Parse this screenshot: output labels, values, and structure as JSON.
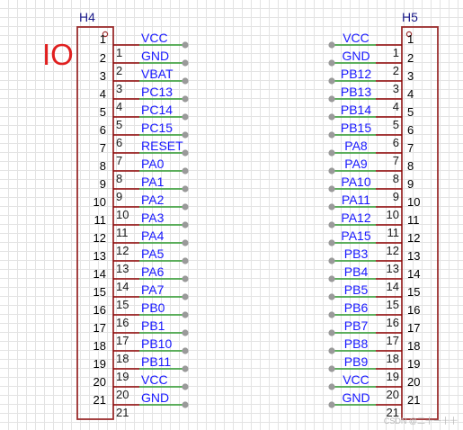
{
  "title_label": "IO",
  "colors": {
    "body": "#9b2d2d",
    "pin_line": "#2e9a2e",
    "net_text": "#1a1aff",
    "pin_num": "#8b0000",
    "pin_idx": "#000000",
    "title": "#e02020",
    "end": "#9a9a9a"
  },
  "h4": {
    "ref": "H4",
    "pins": [
      {
        "n": "1",
        "net": "VCC"
      },
      {
        "n": "2",
        "net": "GND"
      },
      {
        "n": "3",
        "net": "VBAT"
      },
      {
        "n": "4",
        "net": "PC13"
      },
      {
        "n": "5",
        "net": "PC14"
      },
      {
        "n": "6",
        "net": "PC15"
      },
      {
        "n": "7",
        "net": "RESET"
      },
      {
        "n": "8",
        "net": "PA0"
      },
      {
        "n": "9",
        "net": "PA1"
      },
      {
        "n": "10",
        "net": "PA2"
      },
      {
        "n": "11",
        "net": "PA3"
      },
      {
        "n": "12",
        "net": "PA4"
      },
      {
        "n": "13",
        "net": "PA5"
      },
      {
        "n": "14",
        "net": "PA6"
      },
      {
        "n": "15",
        "net": "PA7"
      },
      {
        "n": "16",
        "net": "PB0"
      },
      {
        "n": "17",
        "net": "PB1"
      },
      {
        "n": "18",
        "net": "PB10"
      },
      {
        "n": "19",
        "net": "PB11"
      },
      {
        "n": "20",
        "net": "VCC"
      },
      {
        "n": "21",
        "net": "GND"
      }
    ]
  },
  "h5": {
    "ref": "H5",
    "pins": [
      {
        "n": "1",
        "net": "VCC"
      },
      {
        "n": "2",
        "net": "GND"
      },
      {
        "n": "3",
        "net": "PB12"
      },
      {
        "n": "4",
        "net": "PB13"
      },
      {
        "n": "5",
        "net": "PB14"
      },
      {
        "n": "6",
        "net": "PB15"
      },
      {
        "n": "7",
        "net": "PA8"
      },
      {
        "n": "8",
        "net": "PA9"
      },
      {
        "n": "9",
        "net": "PA10"
      },
      {
        "n": "10",
        "net": "PA11"
      },
      {
        "n": "11",
        "net": "PA12"
      },
      {
        "n": "12",
        "net": "PA15"
      },
      {
        "n": "13",
        "net": "PB3"
      },
      {
        "n": "14",
        "net": "PB4"
      },
      {
        "n": "15",
        "net": "PB5"
      },
      {
        "n": "16",
        "net": "PB6"
      },
      {
        "n": "17",
        "net": "PB7"
      },
      {
        "n": "18",
        "net": "PB8"
      },
      {
        "n": "19",
        "net": "PB9"
      },
      {
        "n": "20",
        "net": "VCC"
      },
      {
        "n": "21",
        "net": "GND"
      }
    ]
  },
  "watermark": "CSDN @二十一十十"
}
